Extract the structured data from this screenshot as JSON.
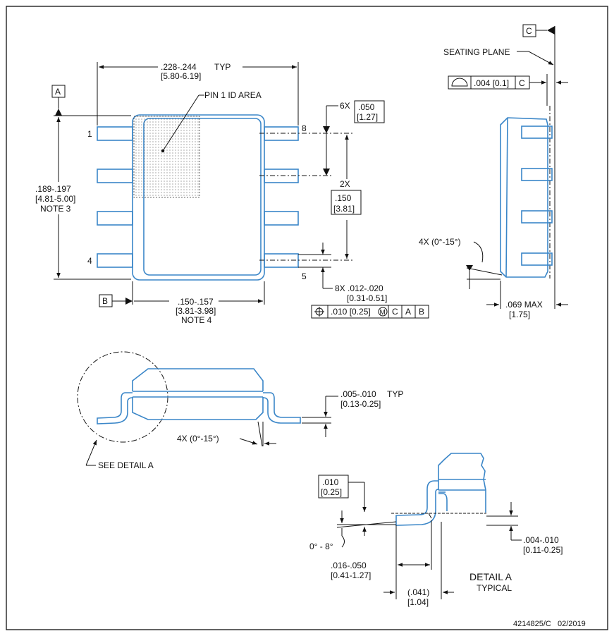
{
  "top_view": {
    "width_dim": ".228-.244",
    "width_typ": "TYP",
    "width_mm": "[5.80-6.19]",
    "pin1_label": "PIN 1 ID AREA",
    "datum_a": "A",
    "datum_b": "B",
    "length_dim": ".189-.197",
    "length_mm": "[4.81-5.00]",
    "length_note": "NOTE 3",
    "body_width_dim": ".150-.157",
    "body_width_mm": "[3.81-3.98]",
    "body_width_note": "NOTE 4",
    "pin_1": "1",
    "pin_4": "4",
    "pin_5": "5",
    "pin_8": "8",
    "pitch_count": "6X",
    "pitch_dim": ".050",
    "pitch_mm": "[1.27]",
    "span_count": "2X",
    "span_dim": ".150",
    "span_mm": "[3.81]",
    "lead_width": "8X .012-.020",
    "lead_width_mm": "[0.31-0.51]",
    "fcf_tol": ".010 [0.25]",
    "fcf_mod": "M",
    "fcf_c": "C",
    "fcf_a": "A",
    "fcf_b": "B"
  },
  "side_view": {
    "datum_c": "C",
    "seating_plane": "SEATING PLANE",
    "flatness_tol": ".004 [0.1]",
    "flatness_datum": "C",
    "angle": "4X (0°-15°)",
    "height_dim": ".069 MAX",
    "height_mm": "[1.75]"
  },
  "end_view": {
    "thickness_dim": ".005-.010",
    "thickness_typ": "TYP",
    "thickness_mm": "[0.13-0.25]",
    "angle": "4X (0°-15°)",
    "see_detail": "SEE DETAIL A"
  },
  "detail": {
    "gauge_dim": ".010",
    "gauge_mm": "[0.25]",
    "angle": "0° - 8°",
    "standoff_dim": ".004-.010",
    "standoff_mm": "[0.11-0.25]",
    "foot_dim": ".016-.050",
    "foot_mm": "[0.41-1.27]",
    "ref_dim": "(.041)",
    "ref_mm": "[1.04]",
    "title": "DETAIL A",
    "subtitle": "TYPICAL"
  },
  "doc_id": "4214825/C   02/2019"
}
